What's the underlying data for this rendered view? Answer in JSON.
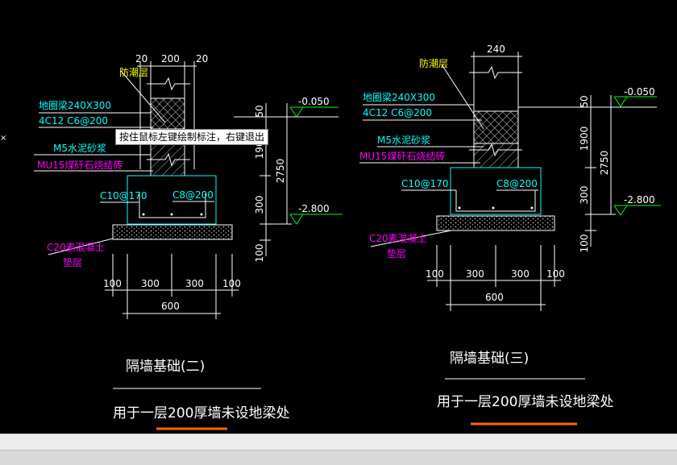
{
  "tooltip": "按住鼠标左键绘制标注，右键退出",
  "colors": {
    "line": "#ffffff",
    "cyan": "#00ffff",
    "magenta": "#ff00ff",
    "green": "#00ff00",
    "yellow": "#ffff00",
    "orange": "#ff6600",
    "hatch": "#cccccc"
  },
  "left": {
    "dims_top": [
      "20",
      "200",
      "20"
    ],
    "label_fangchao": "防潮层",
    "label_beam": "地圈梁240X300",
    "label_rebar": "4C12   C6@200",
    "label_mortar": "M5水泥砂浆",
    "label_brick": "MU15煤矸石烧结砖",
    "label_c10": "C10@170",
    "label_c8": "C8@200",
    "label_c20": "C20素混凝土",
    "label_dianceng": "垫层",
    "level_top": "-0.050",
    "level_bottom": "-2.800",
    "vdims": [
      "50",
      "1900",
      "2750",
      "300",
      "100"
    ],
    "dims_bottom": [
      "100",
      "300",
      "300",
      "100"
    ],
    "dim_total": "600",
    "title": "隔墙基础(二)",
    "subtitle": "用于一层200厚墙未设地梁处"
  },
  "right": {
    "dim_top": "240",
    "label_fangchao": "防潮层",
    "label_beam": "地圈梁240X300",
    "label_rebar": "4C12   C6@200",
    "label_mortar": "M5水泥砂浆",
    "label_brick": "MU15煤矸石烧结砖",
    "label_c10": "C10@170",
    "label_c8": "C8@200",
    "label_c20": "C20素混凝土",
    "label_dianceng": "垫层",
    "level_top": "-0.050",
    "level_bottom": "-2.800",
    "vdims": [
      "50",
      "1900",
      "2750",
      "300",
      "100"
    ],
    "dims_bottom": [
      "100",
      "300",
      "300",
      "100"
    ],
    "dim_total": "600",
    "title": "隔墙基础(三)",
    "subtitle": "用于一层200厚墙未设地梁处"
  }
}
